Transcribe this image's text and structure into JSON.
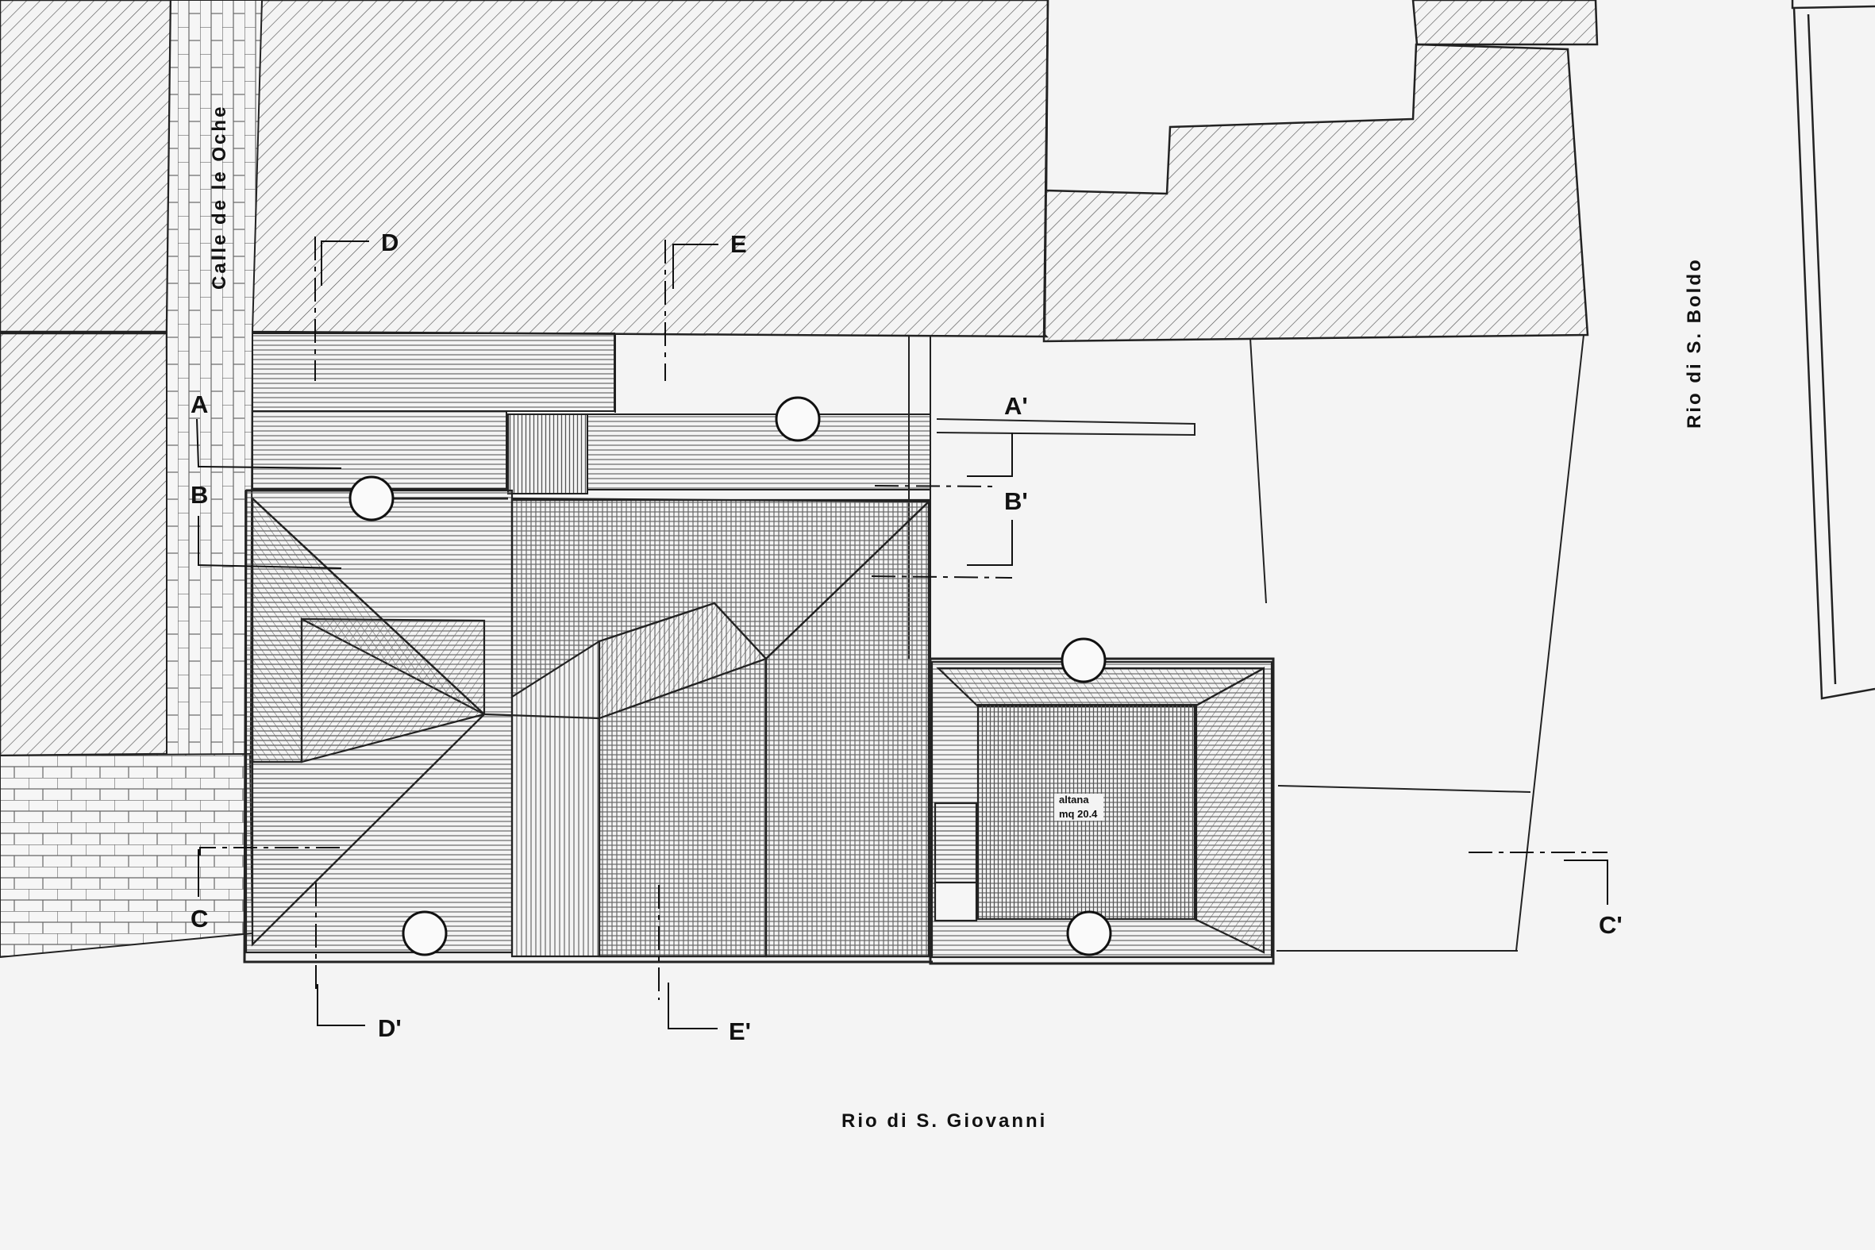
{
  "drawing": {
    "section_marks": [
      "A",
      "A'",
      "B",
      "B'",
      "C",
      "C'",
      "D",
      "D'",
      "E",
      "E'"
    ],
    "streets": {
      "calle": "Calle de le Oche",
      "rio_boldo": "Rio di S. Boldo",
      "rio_giovanni": "Rio di S. Giovanni"
    },
    "altana": {
      "label": "altana",
      "area": "mq 20.4"
    }
  }
}
